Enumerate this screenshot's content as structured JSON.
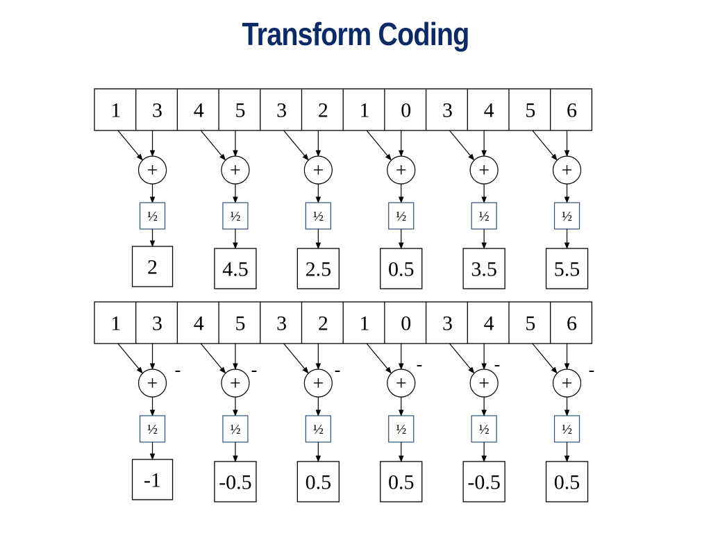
{
  "title": "Transform Coding",
  "colors": {
    "title": "#0b2a66",
    "half_box_border": "#2e4f7a",
    "stroke": "#000000"
  },
  "panels": [
    {
      "id": "averages",
      "inputs": [
        "1",
        "3",
        "4",
        "5",
        "3",
        "2",
        "1",
        "0",
        "3",
        "4",
        "5",
        "6"
      ],
      "operator": "+",
      "scale": "½",
      "minus_signs": [],
      "outputs": [
        "2",
        "4.5",
        "2.5",
        "0.5",
        "3.5",
        "5.5"
      ]
    },
    {
      "id": "differences",
      "inputs": [
        "1",
        "3",
        "4",
        "5",
        "3",
        "2",
        "1",
        "0",
        "3",
        "4",
        "5",
        "6"
      ],
      "operator": "+",
      "scale": "½",
      "minus_signs": [
        "-",
        "-",
        "-",
        "-",
        "-",
        "-"
      ],
      "outputs": [
        "-1",
        "-0.5",
        "0.5",
        "0.5",
        "-0.5",
        "0.5"
      ]
    }
  ]
}
